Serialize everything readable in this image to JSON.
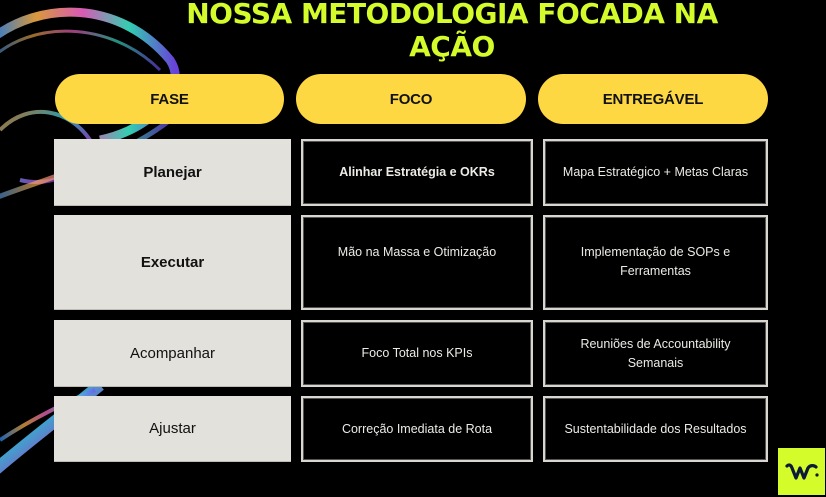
{
  "title": {
    "line1": "NOSSA METODOLOGIA FOCADA NA",
    "line2": "AÇÃO",
    "color": "#D4FB2A"
  },
  "headers": [
    {
      "label": "FASE"
    },
    {
      "label": "FOCO"
    },
    {
      "label": "ENTREGÁVEL"
    }
  ],
  "header_color": "#FDD843",
  "rows": [
    {
      "fase": "Planejar",
      "foco": "Alinhar Estratégia e OKRs",
      "entregavel": "Mapa Estratégico + Metas Claras"
    },
    {
      "fase": "Executar",
      "foco": "Mão na Massa e Otimização",
      "entregavel": "Implementação de SOPs e Ferramentas"
    },
    {
      "fase": "Acompanhar",
      "foco": "Foco Total nos KPIs",
      "entregavel": "Reuniões de Accountability Semanais"
    },
    {
      "fase": "Ajustar",
      "foco": "Correção Imediata de Rota",
      "entregavel": "Sustentabilidade dos Resultados"
    }
  ],
  "logo": {
    "icon": "wc-logo-icon",
    "background": "#D4FB2A"
  }
}
